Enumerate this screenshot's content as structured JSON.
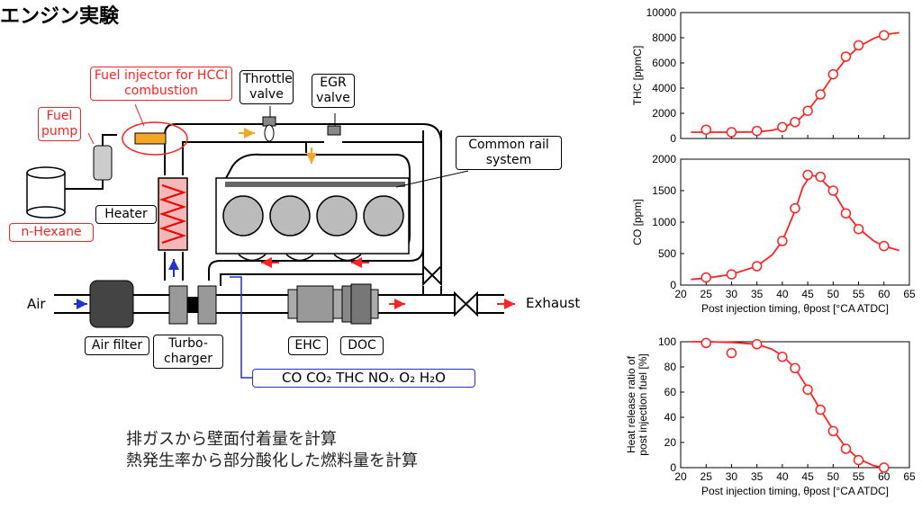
{
  "title": "エンジン実験",
  "labels": {
    "fuel_injector": "Fuel injector for HCCI combustion",
    "throttle": "Throttle valve",
    "egr": "EGR valve",
    "fuel_pump": "Fuel pump",
    "common_rail": "Common rail system",
    "heater": "Heater",
    "n_hexane": "n-Hexane",
    "air": "Air",
    "exhaust": "Exhaust",
    "air_filter": "Air filter",
    "turbocharger": "Turbo-charger",
    "ehc": "EHC",
    "doc": "DOC",
    "gases": "CO CO₂ THC NOₓ O₂ H₂O"
  },
  "notes": [
    "排ガスから壁面付着量を計算",
    "熱発生率から部分酸化した燃料量を計算"
  ],
  "colors": {
    "accent": "#ff2222",
    "blue": "#2233cc",
    "orange": "#f5a623"
  },
  "chart_data": [
    {
      "type": "scatter",
      "ylabel": "THC [ppmC]",
      "xlim": [
        20,
        65
      ],
      "ylim": [
        0,
        10000
      ],
      "yticks": [
        0,
        2000,
        4000,
        6000,
        8000,
        10000
      ],
      "points": [
        [
          25,
          700
        ],
        [
          30,
          500
        ],
        [
          35,
          600
        ],
        [
          40,
          900
        ],
        [
          42.5,
          1300
        ],
        [
          45,
          2200
        ],
        [
          47.5,
          3500
        ],
        [
          50,
          5100
        ],
        [
          52.5,
          6500
        ],
        [
          55,
          7400
        ],
        [
          60,
          8200
        ]
      ],
      "curve": [
        [
          22,
          500
        ],
        [
          25,
          500
        ],
        [
          30,
          500
        ],
        [
          35,
          520
        ],
        [
          38,
          650
        ],
        [
          40,
          850
        ],
        [
          43,
          1400
        ],
        [
          45,
          2200
        ],
        [
          47.5,
          3500
        ],
        [
          50,
          5000
        ],
        [
          52.5,
          6300
        ],
        [
          55,
          7300
        ],
        [
          58,
          7950
        ],
        [
          60,
          8250
        ],
        [
          63,
          8400
        ]
      ]
    },
    {
      "type": "scatter",
      "ylabel": "CO [ppm]",
      "xlim": [
        20,
        65
      ],
      "ylim": [
        0,
        2000
      ],
      "yticks": [
        0,
        500,
        1000,
        1500,
        2000
      ],
      "points": [
        [
          25,
          120
        ],
        [
          30,
          170
        ],
        [
          35,
          300
        ],
        [
          40,
          700
        ],
        [
          42.5,
          1220
        ],
        [
          45,
          1750
        ],
        [
          47.5,
          1720
        ],
        [
          50,
          1500
        ],
        [
          52.5,
          1140
        ],
        [
          55,
          890
        ],
        [
          60,
          620
        ]
      ],
      "curve": [
        [
          22,
          90
        ],
        [
          25,
          110
        ],
        [
          30,
          170
        ],
        [
          35,
          300
        ],
        [
          38,
          480
        ],
        [
          40,
          700
        ],
        [
          42.5,
          1180
        ],
        [
          44,
          1550
        ],
        [
          45.5,
          1740
        ],
        [
          47,
          1730
        ],
        [
          50,
          1490
        ],
        [
          52.5,
          1150
        ],
        [
          55,
          900
        ],
        [
          58,
          700
        ],
        [
          60,
          620
        ],
        [
          63,
          550
        ]
      ]
    },
    {
      "type": "scatter",
      "ylabel": "Heat release ratio of post injection fuel [%]",
      "xlabel": "Post injection timing, θpost [°CA ATDC]",
      "xlim": [
        20,
        65
      ],
      "ylim": [
        0,
        100
      ],
      "yticks": [
        0,
        20,
        40,
        60,
        80,
        100
      ],
      "xticks": [
        20,
        25,
        30,
        35,
        40,
        45,
        50,
        55,
        60,
        65
      ],
      "points": [
        [
          25,
          99
        ],
        [
          30,
          91
        ],
        [
          35,
          98
        ],
        [
          40,
          88
        ],
        [
          42.5,
          79
        ],
        [
          45,
          62
        ],
        [
          47.5,
          46
        ],
        [
          50,
          29
        ],
        [
          52.5,
          15
        ],
        [
          55,
          6
        ],
        [
          60,
          0
        ]
      ],
      "curve": [
        [
          22,
          100
        ],
        [
          25,
          100
        ],
        [
          30,
          99.5
        ],
        [
          35,
          98
        ],
        [
          38,
          94
        ],
        [
          40,
          89
        ],
        [
          42.5,
          79
        ],
        [
          45,
          63
        ],
        [
          47.5,
          46
        ],
        [
          50,
          30
        ],
        [
          52.5,
          16
        ],
        [
          55,
          7
        ],
        [
          58,
          1.5
        ],
        [
          60,
          0
        ]
      ]
    }
  ],
  "shared_xlabel": "Post injection timing, θpost [°CA ATDC]"
}
